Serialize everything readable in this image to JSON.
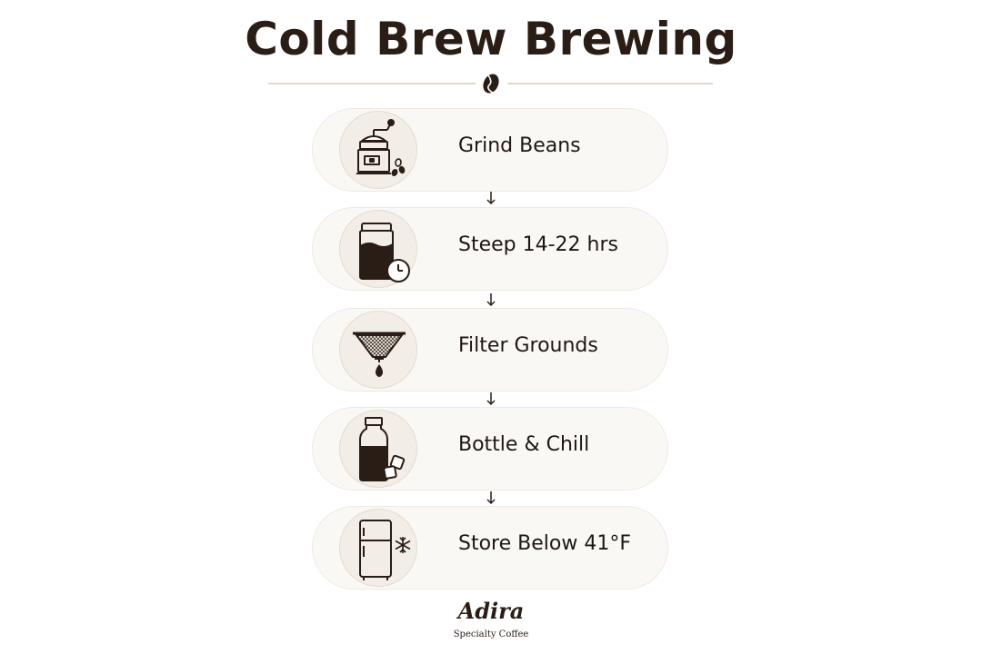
{
  "title": "Cold Brew Brewing",
  "steps": [
    {
      "label": "Grind Beans",
      "icon": "coffee-grinder-icon"
    },
    {
      "label": "Steep 14-22 hrs",
      "icon": "jar-clock-icon"
    },
    {
      "label": "Filter Grounds",
      "icon": "mesh-filter-icon"
    },
    {
      "label": "Bottle & Chill",
      "icon": "bottle-ice-icon"
    },
    {
      "label": "Store Below 41°F",
      "icon": "fridge-snowflake-icon"
    }
  ],
  "arrow_glyph": "↓",
  "brand": {
    "name": "Adira",
    "tagline": "Specialty Coffee"
  },
  "colors": {
    "ink": "#2a1d15",
    "card_bg": "#faf8f5",
    "circle_bg": "#f2ede6",
    "divider": "#e3d9cc"
  }
}
